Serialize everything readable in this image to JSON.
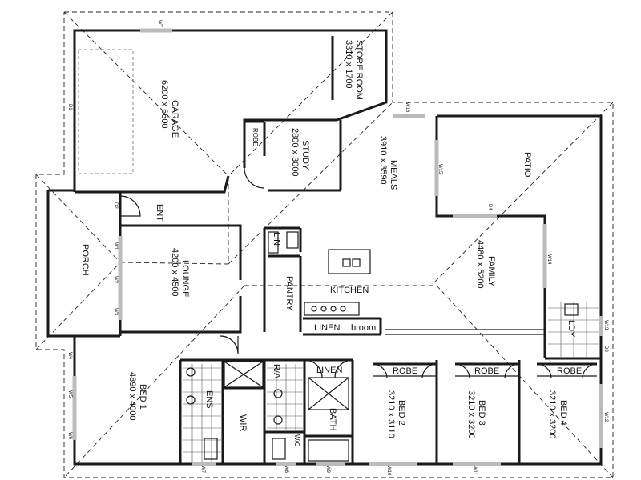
{
  "rooms": {
    "store_room": {
      "name": "STORE ROOM",
      "dims": "3310 x 1700"
    },
    "garage": {
      "name": "GARAGE",
      "dims": "6200 x 6600"
    },
    "study": {
      "name": "STUDY",
      "dims": "2800 x 3000"
    },
    "robe_study": {
      "name": "ROBE"
    },
    "meals": {
      "name": "MEALS",
      "dims": "3910 x 3590"
    },
    "patio": {
      "name": "PATIO"
    },
    "family": {
      "name": "FAMILY",
      "dims": "4480 x 5200"
    },
    "ent": {
      "name": "ENT"
    },
    "porch": {
      "name": "PORCH"
    },
    "lounge": {
      "name": "LOUNGE",
      "dims": "4200 x 4500"
    },
    "lin": {
      "name": "LIN"
    },
    "pantry": {
      "name": "PANTRY"
    },
    "kitchen": {
      "name": "KITCHEN"
    },
    "linen_kitchen": {
      "name": "LINEN"
    },
    "broom": {
      "name": "broom"
    },
    "ldy": {
      "name": "LDY"
    },
    "bed1": {
      "name": "BED 1",
      "dims": "4890 x 4000"
    },
    "ens": {
      "name": "ENS"
    },
    "wir": {
      "name": "WIR"
    },
    "ra": {
      "name": "R/A"
    },
    "linen_hall": {
      "name": "LINEN"
    },
    "bath": {
      "name": "BATH"
    },
    "wc": {
      "name": "W/C"
    },
    "robe2": {
      "name": "ROBE"
    },
    "bed2": {
      "name": "BED 2",
      "dims": "3210 x 3110"
    },
    "robe3": {
      "name": "ROBE"
    },
    "bed3": {
      "name": "BED 3",
      "dims": "3210 x 3200"
    },
    "robe4": {
      "name": "ROBE"
    },
    "bed4": {
      "name": "BED 4",
      "dims": "3210 x 3200"
    }
  },
  "tags": {
    "w7_top": "W7",
    "d1": "D1",
    "w16": "W16",
    "w15": "W15",
    "d4": "D4",
    "w14": "W14",
    "d2": "D2",
    "w1": "W1",
    "w2": "W2",
    "w3": "W3",
    "w4": "W4",
    "w5": "W5",
    "w6": "W6",
    "w13": "W13",
    "d3": "D3",
    "w12": "W12",
    "w7_bottom": "W7",
    "w8": "W8",
    "w9": "W9",
    "w10": "W10",
    "w11": "W11"
  }
}
